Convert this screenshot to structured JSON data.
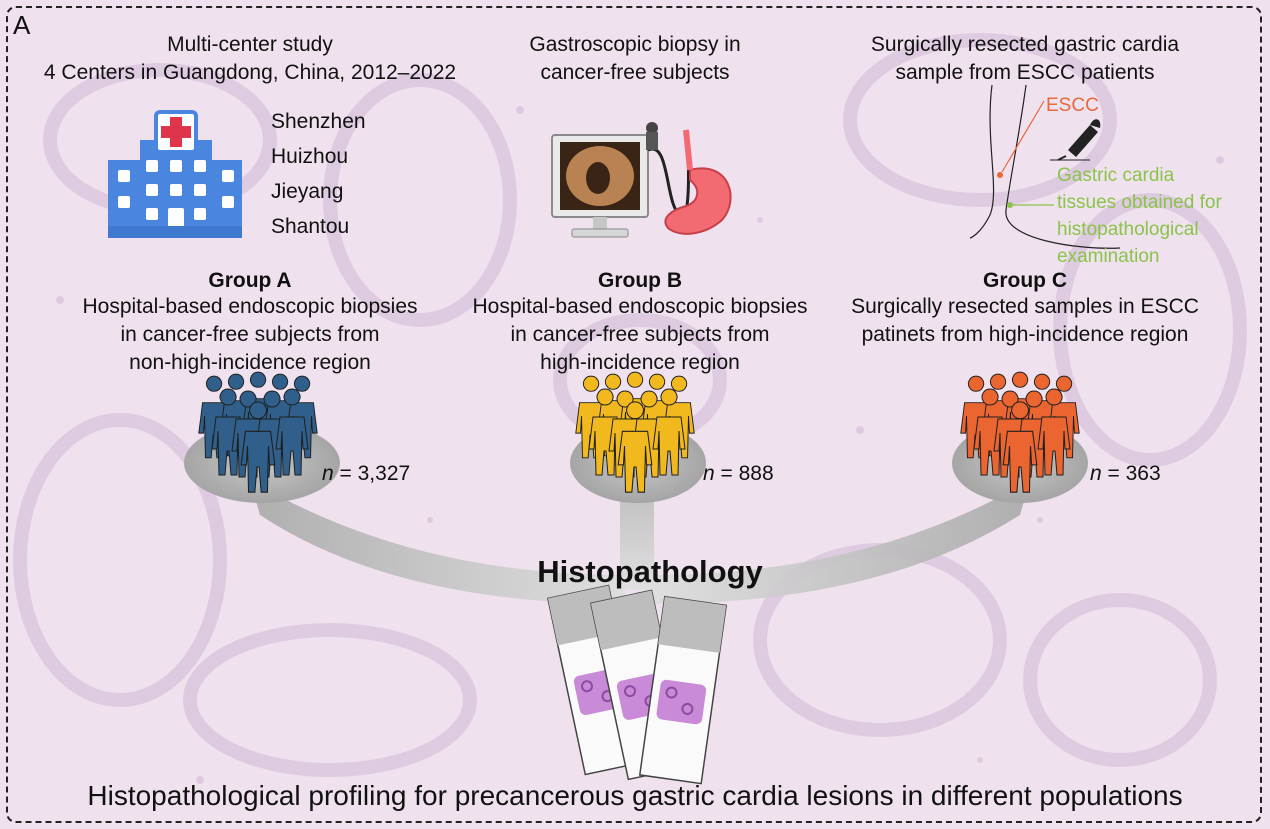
{
  "panel_letter": "A",
  "footer": "Histopathological profiling for precancerous gastric cardia lesions in different populations",
  "histopathology_label": "Histopathology",
  "n_prefix": "n",
  "sources": {
    "multicenter": {
      "line1": "Multi-center study",
      "line2": "4 Centers in Guangdong, China, 2012–2022",
      "cities": [
        "Shenzhen",
        "Huizhou",
        "Jieyang",
        "Shantou"
      ]
    },
    "gastroscopic": {
      "line1": "Gastroscopic biopsy in",
      "line2": "cancer-free subjects"
    },
    "surgical": {
      "line1": "Surgically resected gastric cardia",
      "line2": "sample from ESCC patients",
      "escc_label": "ESCC",
      "cardia_label": [
        "Gastric cardia",
        "tissues obtained for",
        "histopathological",
        "examination"
      ]
    }
  },
  "groups": [
    {
      "title": "Group A",
      "description": [
        "Hospital-based endoscopic biopsies",
        "in cancer-free subjects from",
        "non-high-incidence region"
      ],
      "n": "= 3,327",
      "color": "#2f5f8a"
    },
    {
      "title": "Group B",
      "description": [
        "Hospital-based endoscopic biopsies",
        "in cancer-free subjects from",
        "high-incidence region"
      ],
      "n": "= 888",
      "color": "#f2b91e"
    },
    {
      "title": "Group C",
      "description": [
        "Surgically resected samples in ESCC",
        "patinets from high-incidence region"
      ],
      "n": "= 363",
      "color": "#ea6530"
    }
  ],
  "icons": {
    "hospital": "hospital-icon",
    "endoscope": "endoscope-monitor-icon",
    "stomach": "stomach-icon",
    "esophagus": "esophagus-outline-icon",
    "pen": "pen-hand-icon",
    "people": "people-group-icon",
    "slides": "microscope-slide-icon"
  },
  "colors": {
    "background_tint": "#efe2ee",
    "hospital_blue": "#4a86e0",
    "hospital_cross": "#e0344a",
    "escc_orange": "#e8683a",
    "cardia_green": "#8bc34a"
  }
}
